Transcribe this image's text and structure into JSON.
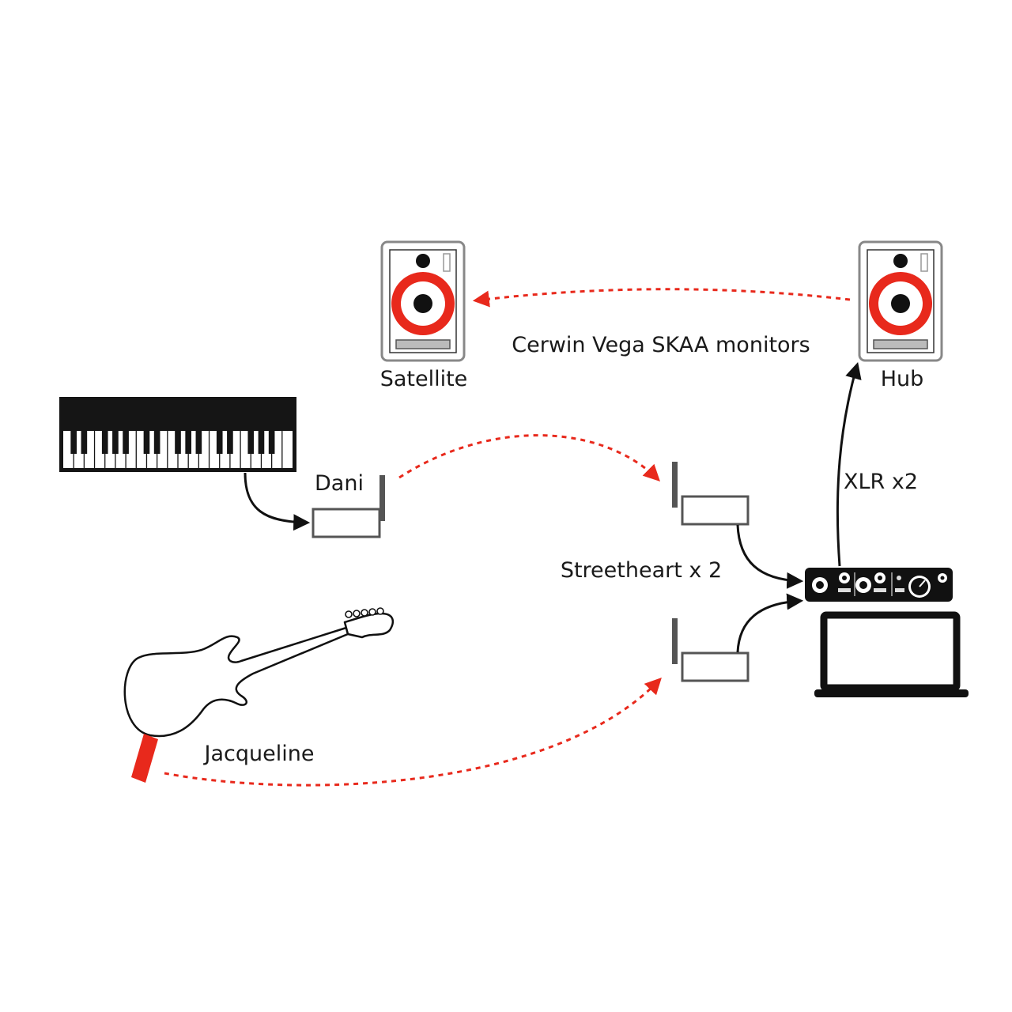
{
  "labels": {
    "satellite": "Satellite",
    "hub": "Hub",
    "monitors": "Cerwin Vega SKAA monitors",
    "dani": "Dani",
    "streetheart": "Streetheart x 2",
    "xlr": "XLR x2",
    "jacqueline": "Jacqueline"
  },
  "colors": {
    "wireless_link": "#e8291c",
    "cable": "#111111",
    "speaker_cone": "#e8291c"
  },
  "icons": {
    "satellite_speaker": "speaker-icon",
    "hub_speaker": "speaker-icon",
    "keyboard": "piano-keyboard-icon",
    "guitar": "electric-guitar-icon",
    "transmitter": "wireless-transmitter-icon",
    "audio_interface": "audio-interface-icon",
    "laptop": "laptop-icon"
  }
}
